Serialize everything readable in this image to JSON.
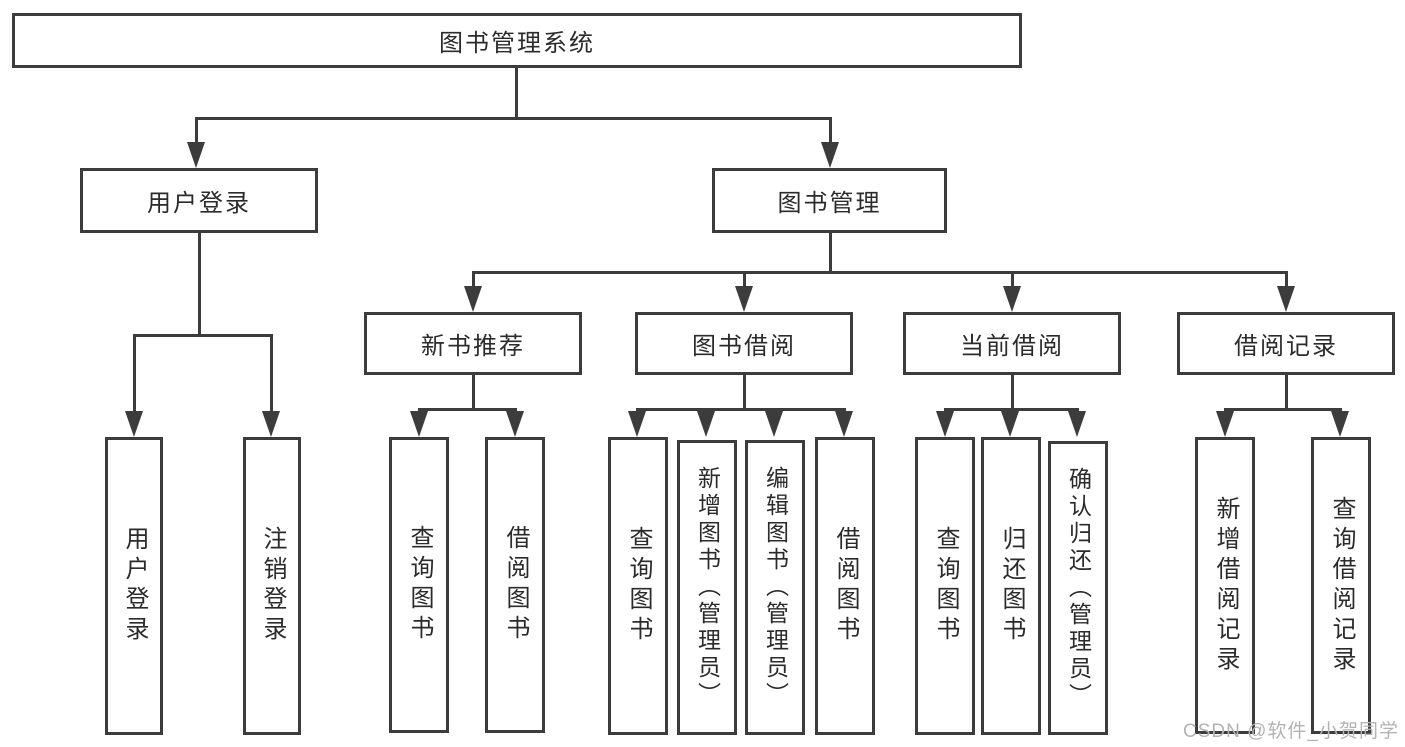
{
  "diagram": {
    "title": "图书管理系统",
    "colors": {
      "line": "#3c3c3c",
      "box_border": "#3c3c3c",
      "text": "#2b2b2b",
      "background": "#ffffff",
      "watermark": "#b3b3b3"
    },
    "nodes": {
      "root": {
        "label": "图书管理系统"
      },
      "user_login": {
        "label": "用户登录"
      },
      "book_mgmt": {
        "label": "图书管理"
      },
      "new_book_rec": {
        "label": "新书推荐"
      },
      "book_borrow": {
        "label": "图书借阅"
      },
      "current_borrow": {
        "label": "当前借阅"
      },
      "borrow_record": {
        "label": "借阅记录"
      },
      "leaf_user_login": {
        "label": "用户登录"
      },
      "leaf_logout": {
        "label": "注销登录"
      },
      "leaf_query_book_1": {
        "label": "查询图书"
      },
      "leaf_borrow_book_1": {
        "label": "借阅图书"
      },
      "leaf_query_book_2": {
        "label": "查询图书"
      },
      "leaf_add_book": {
        "label": "新增图书（管理员）"
      },
      "leaf_edit_book": {
        "label": "编辑图书（管理员）"
      },
      "leaf_borrow_book_2": {
        "label": "借阅图书"
      },
      "leaf_query_book_3": {
        "label": "查询图书"
      },
      "leaf_return_book": {
        "label": "归还图书"
      },
      "leaf_confirm_return": {
        "label": "确认归还（管理员）"
      },
      "leaf_add_record": {
        "label": "新增借阅记录"
      },
      "leaf_query_record": {
        "label": "查询借阅记录"
      }
    },
    "hierarchy": {
      "图书管理系统": {
        "用户登录": [
          "用户登录",
          "注销登录"
        ],
        "图书管理": {
          "新书推荐": [
            "查询图书",
            "借阅图书"
          ],
          "图书借阅": [
            "查询图书",
            "新增图书（管理员）",
            "编辑图书（管理员）",
            "借阅图书"
          ],
          "当前借阅": [
            "查询图书",
            "归还图书",
            "确认归还（管理员）"
          ],
          "借阅记录": [
            "新增借阅记录",
            "查询借阅记录"
          ]
        }
      }
    }
  },
  "watermark": {
    "text": "CSDN @软件_小贺同学"
  }
}
